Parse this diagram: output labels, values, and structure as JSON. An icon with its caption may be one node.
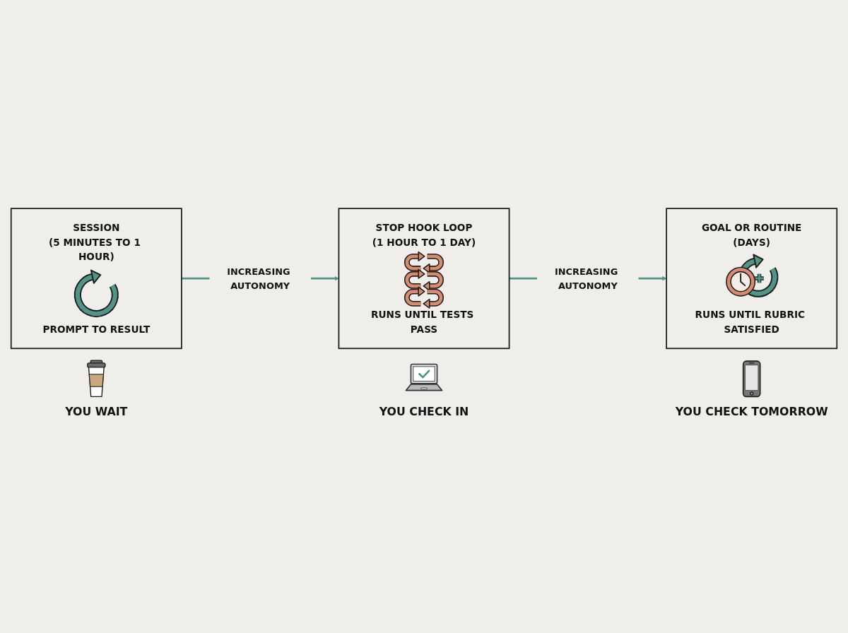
{
  "diagram": {
    "nodes": [
      {
        "text": [
          "SESSION",
          "(5 MINUTES TO 1 HOUR)",
          "PROMPT TO RESULT"
        ]
      },
      {
        "text": [
          "STOP HOOK LOOP",
          "(1 HOUR TO 1 DAY)",
          "RUNS UNTIL TESTS PASS"
        ]
      },
      {
        "text": [
          "GOAL OR ROUTINE",
          "(DAYS)",
          "RUNS UNTIL RUBRIC SATISFIED"
        ]
      }
    ],
    "edges": [
      {
        "from": 0,
        "to": 1,
        "arrow": "to",
        "label": "INCREASING AUTONOMY"
      },
      {
        "from": 1,
        "to": 2,
        "arrow": "to",
        "label": "INCREASING AUTONOMY"
      }
    ],
    "labels": [
      "YOU WAIT",
      "YOU CHECK IN",
      "YOU CHECK TOMORROW"
    ]
  }
}
